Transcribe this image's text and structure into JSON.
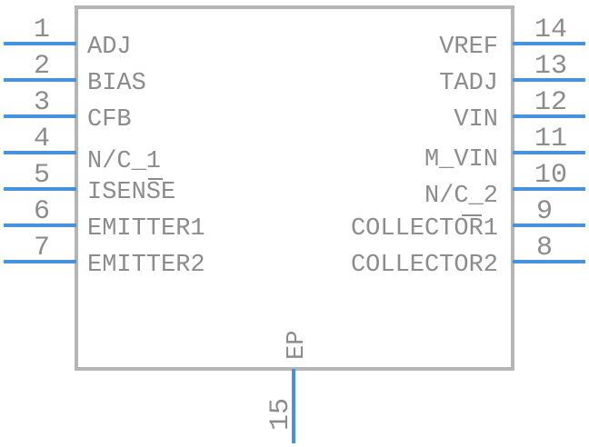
{
  "component": {
    "left_pins": [
      {
        "number": "1",
        "name": "ADJ"
      },
      {
        "number": "2",
        "name": "BIAS"
      },
      {
        "number": "3",
        "name": "CFB"
      },
      {
        "number": "4",
        "name": "N/C_1"
      },
      {
        "number": "5",
        "name": "ISENSE"
      },
      {
        "number": "6",
        "name": "EMITTER1"
      },
      {
        "number": "7",
        "name": "EMITTER2"
      }
    ],
    "right_pins": [
      {
        "number": "14",
        "name": "VREF"
      },
      {
        "number": "13",
        "name": "TADJ"
      },
      {
        "number": "12",
        "name": "VIN"
      },
      {
        "number": "11",
        "name": "M_VIN"
      },
      {
        "number": "10",
        "name": "N/C_2"
      },
      {
        "number": "9",
        "name": "COLLECTOR1"
      },
      {
        "number": "8",
        "name": "COLLECTOR2"
      }
    ],
    "bottom_pin": {
      "number": "15",
      "name": "EP"
    }
  }
}
